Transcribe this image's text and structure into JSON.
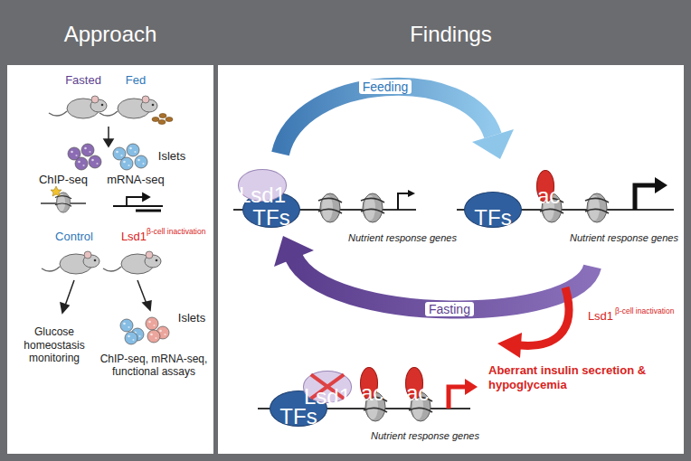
{
  "diagram": {
    "nodes": [
      {
        "text": [
          "Approach"
        ]
      },
      {
        "text": [
          "Findings"
        ]
      },
      {
        "text": [
          "Lsd1"
        ],
        "in": 1
      },
      {
        "text": [
          "TFs"
        ],
        "in": 1
      },
      {
        "text": [
          "TFs"
        ],
        "in": 1
      },
      {
        "text": [
          "ac"
        ],
        "in": 1
      },
      {
        "text": [
          "Lsd1"
        ],
        "in": 1
      },
      {
        "text": [
          "TFs"
        ],
        "in": 1
      },
      {
        "text": [
          "ac"
        ],
        "in": 1
      },
      {
        "text": [
          "ac"
        ],
        "in": 1
      }
    ],
    "labels": [
      "Fasted",
      "Fed",
      "Islets",
      "ChIP-seq",
      "mRNA-seq",
      "Control",
      "Lsd1",
      "β-cell inactivation",
      "Glucose homeostasis monitoring",
      "Islets",
      "ChIP-seq, mRNA-seq, functional assays",
      "Feeding",
      "Nutrient response genes",
      "Nutrient response genes",
      "Fasting",
      "Lsd1",
      "β-cell inactivation",
      "Aberrant insulin secretion & hypoglycemia",
      "Nutrient response genes"
    ]
  }
}
